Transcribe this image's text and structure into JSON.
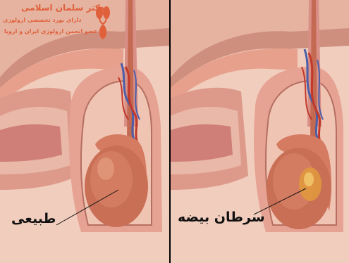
{
  "watermark": {
    "name": "دکتر سلمان اسلامی",
    "line1": "دارای بورد تخصصی ارولوژی",
    "line2": "عضو انجمن ارولوژی ایران و اروپا",
    "color": "#e0603c"
  },
  "panels": {
    "left": {
      "caption": "طبیعی"
    },
    "right": {
      "caption": "سرطان بیضه"
    }
  },
  "colors": {
    "skin": "#eab9a5",
    "tissue": "#d98f86",
    "testis": "#c96f56",
    "epididymis": "#d47b62",
    "vessels_red": "#c0392b",
    "vessels_blue": "#4b5ea8",
    "tumor": "#e09a3c"
  }
}
